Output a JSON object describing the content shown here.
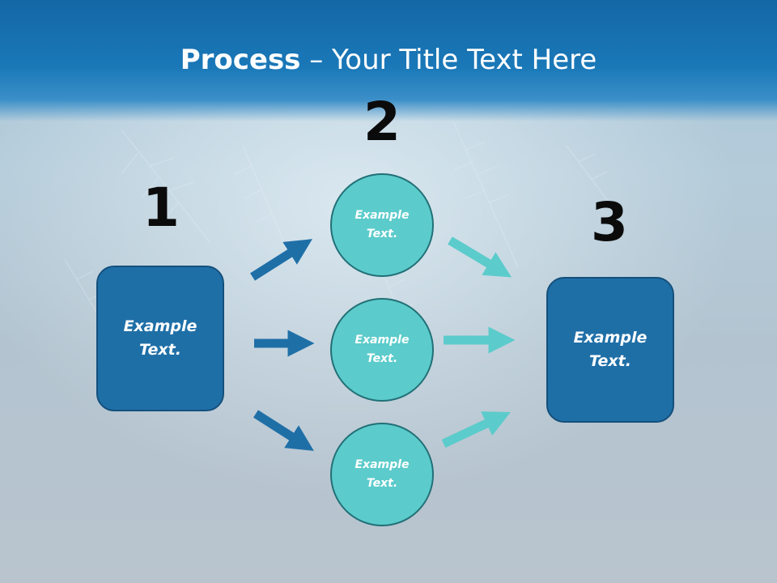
{
  "title": {
    "bold": "Process",
    "rest": " – Your Title Text Here"
  },
  "steps": {
    "one": "1",
    "two": "2",
    "three": "3"
  },
  "left_box": {
    "text": "Example Text."
  },
  "circles": [
    {
      "text": "Example Text."
    },
    {
      "text": "Example Text."
    },
    {
      "text": "Example Text."
    }
  ],
  "right_box": {
    "text": "Example Text."
  },
  "colors": {
    "title_band": "#1a78b8",
    "box_fill": "#1f6fa7",
    "circle_fill": "#5ccbcb",
    "arrow_dark": "#1f6fa7",
    "arrow_light": "#5ccbcb"
  }
}
